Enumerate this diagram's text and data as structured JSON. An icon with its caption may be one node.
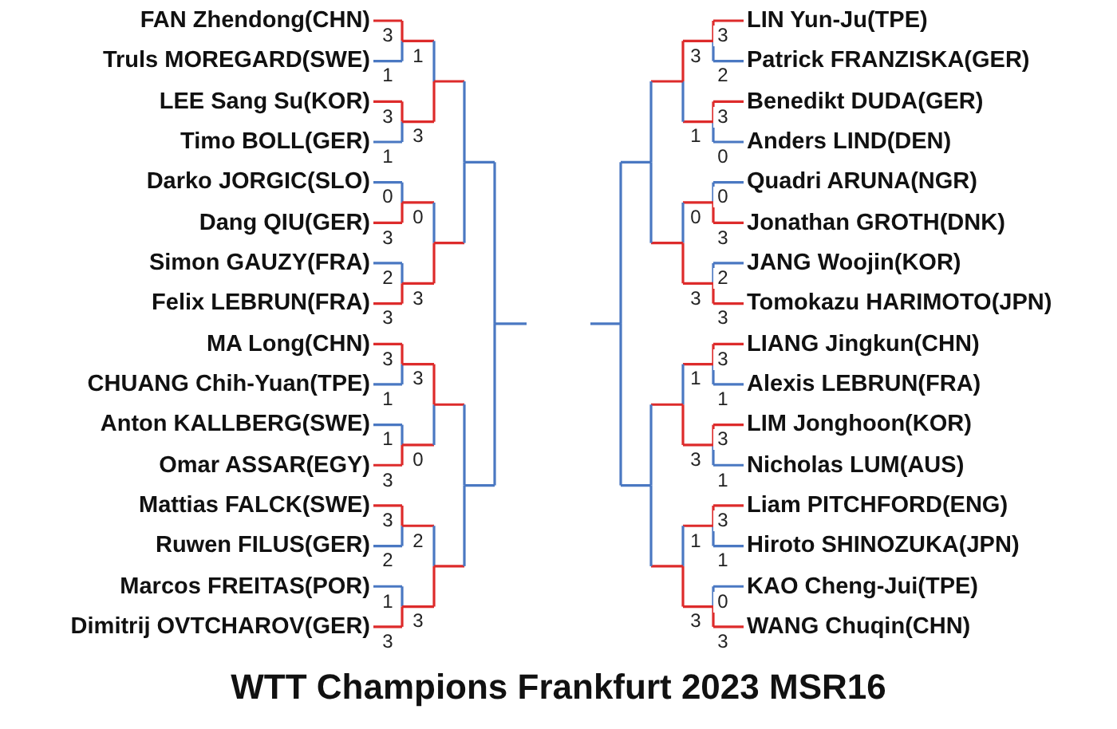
{
  "diagram": {
    "title": "WTT Champions Frankfurt 2023 MSR16",
    "nodes": [
      {
        "text": [
          "FAN Zhendong(CHN)"
        ],
        "beside": [
          "3"
        ]
      },
      {
        "text": [
          "Truls MOREGARD(SWE)"
        ],
        "beside": [
          "1"
        ]
      },
      {
        "text": [
          "LEE Sang Su(KOR)"
        ],
        "beside": [
          "3"
        ]
      },
      {
        "text": [
          "Timo BOLL(GER)"
        ],
        "beside": [
          "1"
        ]
      },
      {
        "text": [
          "Darko JORGIC(SLO)"
        ],
        "beside": [
          "0"
        ]
      },
      {
        "text": [
          "Dang QIU(GER)"
        ],
        "beside": [
          "3"
        ]
      },
      {
        "text": [
          "Simon GAUZY(FRA)"
        ],
        "beside": [
          "2"
        ]
      },
      {
        "text": [
          "Felix LEBRUN(FRA)"
        ],
        "beside": [
          "3"
        ]
      },
      {
        "text": [
          "MA Long(CHN)"
        ],
        "beside": [
          "3"
        ]
      },
      {
        "text": [
          "CHUANG Chih-Yuan(TPE)"
        ],
        "beside": [
          "1"
        ]
      },
      {
        "text": [
          "Anton KALLBERG(SWE)"
        ],
        "beside": [
          "1"
        ]
      },
      {
        "text": [
          "Omar ASSAR(EGY)"
        ],
        "beside": [
          "3"
        ]
      },
      {
        "text": [
          "Mattias FALCK(SWE)"
        ],
        "beside": [
          "3"
        ]
      },
      {
        "text": [
          "Ruwen FILUS(GER)"
        ],
        "beside": [
          "2"
        ]
      },
      {
        "text": [
          "Marcos FREITAS(POR)"
        ],
        "beside": [
          "1"
        ]
      },
      {
        "text": [
          "Dimitrij OVTCHAROV(GER)"
        ],
        "beside": [
          "3"
        ]
      },
      {
        "text": [
          "LIN Yun-Ju(TPE)"
        ],
        "beside": [
          "3"
        ]
      },
      {
        "text": [
          "Patrick FRANZISKA(GER)"
        ],
        "beside": [
          "2"
        ]
      },
      {
        "text": [
          "Benedikt DUDA(GER)"
        ],
        "beside": [
          "3"
        ]
      },
      {
        "text": [
          "Anders LIND(DEN)"
        ],
        "beside": [
          "0"
        ]
      },
      {
        "text": [
          "Quadri ARUNA(NGR)"
        ],
        "beside": [
          "0"
        ]
      },
      {
        "text": [
          "Jonathan GROTH(DNK)"
        ],
        "beside": [
          "3"
        ]
      },
      {
        "text": [
          "JANG Woojin(KOR)"
        ],
        "beside": [
          "2"
        ]
      },
      {
        "text": [
          "Tomokazu HARIMOTO(JPN)"
        ],
        "beside": [
          "3"
        ]
      },
      {
        "text": [
          "LIANG Jingkun(CHN)"
        ],
        "beside": [
          "3"
        ]
      },
      {
        "text": [
          "Alexis LEBRUN(FRA)"
        ],
        "beside": [
          "1"
        ]
      },
      {
        "text": [
          "LIM Jonghoon(KOR)"
        ],
        "beside": [
          "3"
        ]
      },
      {
        "text": [
          "Nicholas LUM(AUS)"
        ],
        "beside": [
          "1"
        ]
      },
      {
        "text": [
          "Liam PITCHFORD(ENG)"
        ],
        "beside": [
          "3"
        ]
      },
      {
        "text": [
          "Hiroto SHINOZUKA(JPN)"
        ],
        "beside": [
          "1"
        ]
      },
      {
        "text": [
          "KAO Cheng-Jui(TPE)"
        ],
        "beside": [
          "0"
        ]
      },
      {
        "text": [
          "WANG Chuqin(CHN)"
        ],
        "beside": [
          "3"
        ]
      }
    ],
    "labels": [
      "1",
      "3",
      "0",
      "3",
      "3",
      "0",
      "2",
      "3",
      "3",
      "1",
      "0",
      "3",
      "1",
      "3",
      "1",
      "3"
    ]
  }
}
